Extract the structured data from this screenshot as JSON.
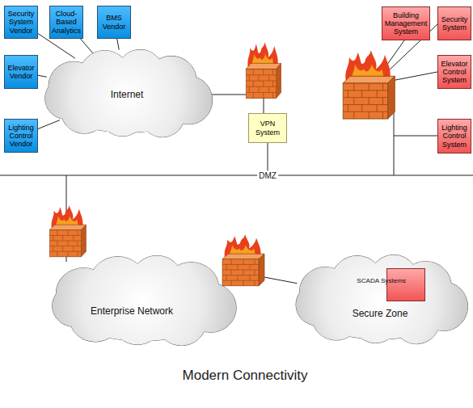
{
  "diagram": {
    "caption": "Modern Connectivity",
    "nodes": [
      {
        "text": [
          "Security System Vendor"
        ]
      },
      {
        "text": [
          "Cloud-Based Analytics"
        ]
      },
      {
        "text": [
          "BMS Vendor"
        ]
      },
      {
        "text": [
          "Elevator Vendor"
        ]
      },
      {
        "text": [
          "Lighting Control Vendor"
        ]
      },
      {
        "text": [
          "Internet"
        ]
      },
      {
        "text": [
          "Building Management System"
        ]
      },
      {
        "text": [
          "Security System"
        ]
      },
      {
        "text": [
          "Elevator Control System"
        ]
      },
      {
        "text": [
          "Lighting Control System"
        ]
      },
      {
        "text": [
          "VPN System"
        ]
      },
      {
        "text": [
          "Enterprise Network"
        ]
      },
      {
        "text": [
          "Secure Zone"
        ]
      },
      {
        "text": [
          "SCADA Systems"
        ],
        "in": 12
      }
    ],
    "edges": [
      {
        "from": 0,
        "to": 5,
        "arrow": "none"
      },
      {
        "from": 1,
        "to": 5,
        "arrow": "none"
      },
      {
        "from": 2,
        "to": 5,
        "arrow": "none"
      },
      {
        "from": 3,
        "to": 5,
        "arrow": "none"
      },
      {
        "from": 4,
        "to": 5,
        "arrow": "none"
      },
      {
        "from": 11,
        "to": 12,
        "arrow": "none"
      }
    ],
    "labels": [
      "DMZ"
    ]
  }
}
